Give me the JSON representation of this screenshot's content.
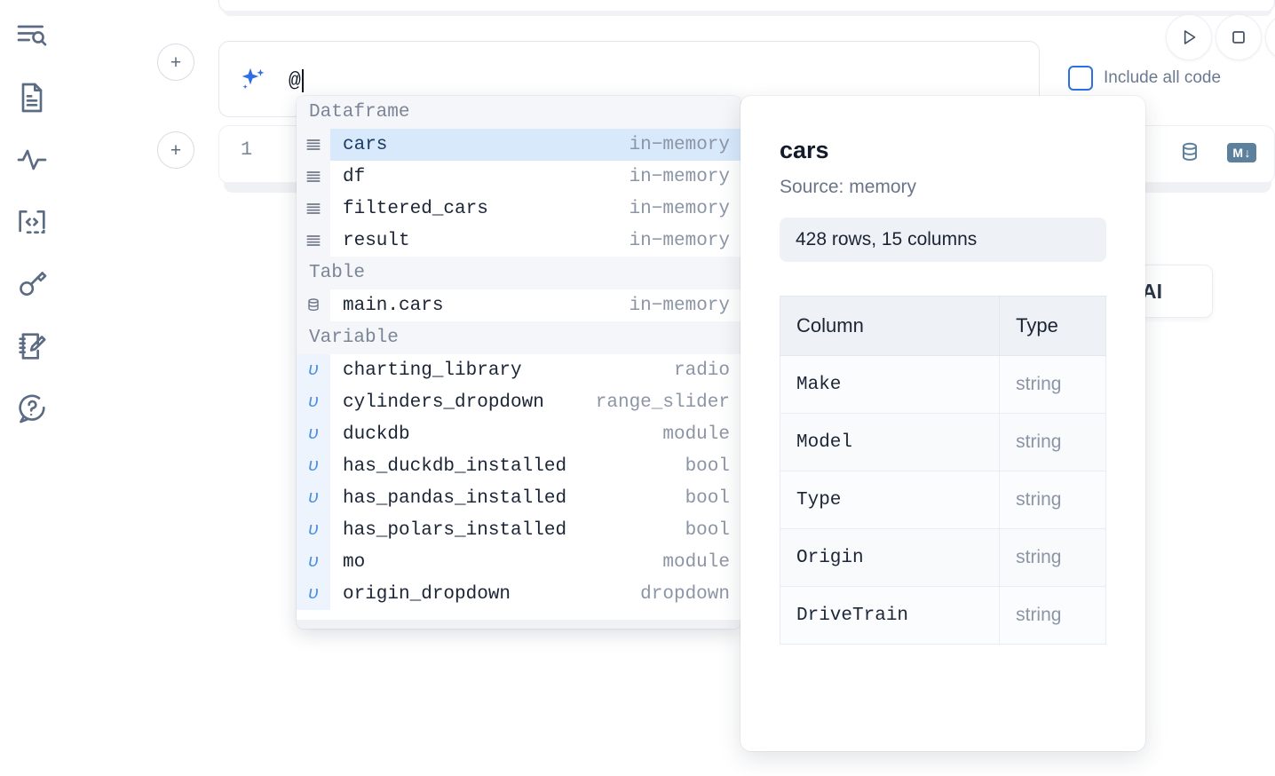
{
  "rail": {
    "items": [
      {
        "name": "explorer-search-icon",
        "label": "Explore"
      },
      {
        "name": "file-icon",
        "label": "Files"
      },
      {
        "name": "activity-icon",
        "label": "Activity"
      },
      {
        "name": "snippets-icon",
        "label": "Snippets"
      },
      {
        "name": "secrets-key-icon",
        "label": "Secrets"
      },
      {
        "name": "scratchpad-icon",
        "label": "Scratchpad"
      },
      {
        "name": "help-icon",
        "label": "Help"
      }
    ]
  },
  "ai_bar": {
    "input_value": "@",
    "placeholder": "",
    "sparkle_icon": "ai-sparkle-icon",
    "add_cell_label": "+"
  },
  "controls": {
    "run_icon": "play-icon",
    "stop_icon": "stop-square-icon",
    "extra_icon": "more-icon",
    "include_all_code_label": "Include all code",
    "include_all_code_checked": false
  },
  "code_cell": {
    "line_number": "1",
    "database_icon": "database-icon",
    "markdown_icon": "markdown-icon",
    "markdown_label": "M",
    "markdown_arrow": "↓"
  },
  "ai_generate_button": {
    "visible_text": "h AI"
  },
  "autocomplete": {
    "groups": [
      {
        "label": "Dataframe",
        "icon": "dataframe-icon",
        "kind": "dataframe",
        "items": [
          {
            "name": "cars",
            "kind": "in−memory",
            "selected": true
          },
          {
            "name": "df",
            "kind": "in−memory",
            "selected": false
          },
          {
            "name": "filtered_cars",
            "kind": "in−memory",
            "selected": false
          },
          {
            "name": "result",
            "kind": "in−memory",
            "selected": false
          }
        ]
      },
      {
        "label": "Table",
        "icon": "table-database-icon",
        "kind": "table",
        "items": [
          {
            "name": "main.cars",
            "kind": "in−memory",
            "selected": false
          }
        ]
      },
      {
        "label": "Variable",
        "icon": "variable-icon",
        "kind": "variable",
        "items": [
          {
            "name": "charting_library",
            "kind": "radio",
            "selected": false
          },
          {
            "name": "cylinders_dropdown",
            "kind": "range_slider",
            "selected": false
          },
          {
            "name": "duckdb",
            "kind": "module",
            "selected": false
          },
          {
            "name": "has_duckdb_installed",
            "kind": "bool",
            "selected": false
          },
          {
            "name": "has_pandas_installed",
            "kind": "bool",
            "selected": false
          },
          {
            "name": "has_polars_installed",
            "kind": "bool",
            "selected": false
          },
          {
            "name": "mo",
            "kind": "module",
            "selected": false
          },
          {
            "name": "origin_dropdown",
            "kind": "dropdown",
            "selected": false
          }
        ]
      }
    ]
  },
  "preview": {
    "title": "cars",
    "source": "Source: memory",
    "shape": "428 rows, 15 columns",
    "table": {
      "headers": [
        "Column",
        "Type"
      ],
      "rows": [
        [
          "Make",
          "string"
        ],
        [
          "Model",
          "string"
        ],
        [
          "Type",
          "string"
        ],
        [
          "Origin",
          "string"
        ],
        [
          "DriveTrain",
          "string"
        ]
      ]
    }
  },
  "colors": {
    "accent_blue": "#2f6fe4",
    "selection_blue": "#d7e9fb",
    "icon_slate": "#5c6b84",
    "muted_text": "#8b95a6",
    "panel_bg": "#eef2f7"
  }
}
